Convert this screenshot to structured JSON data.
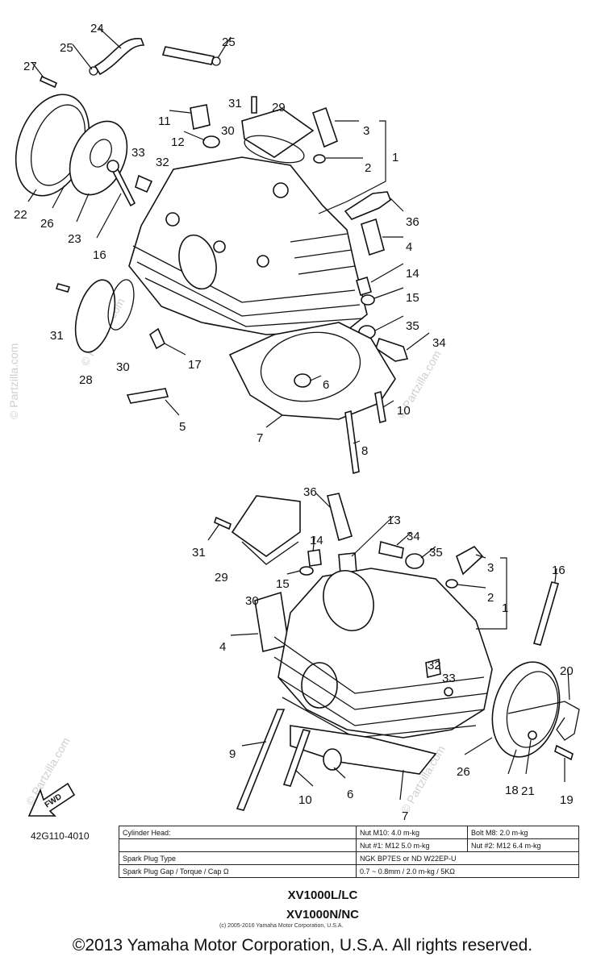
{
  "diagram_code": "42G110-4010",
  "fwd_label": "FWD",
  "watermark": "© Partzilla.com",
  "models": {
    "line1": "XV1000L/LC",
    "line2": "XV1000N/NC"
  },
  "small_copyright": "(c) 2005-2016 Yamaha Motor Corporation, U.S.A.",
  "copyright": "©2013 Yamaha Motor Corporation, U.S.A. All rights reserved.",
  "spec_table": {
    "rows": [
      {
        "label": "Cylinder Head:",
        "col2": "Nut M10: 4.0 m-kg",
        "col3": "Bolt M8: 2.0 m-kg"
      },
      {
        "label": "",
        "col2": "Nut #1: M12  5.0 m-kg",
        "col3": "Nut #2: M12  6.4 m-kg"
      },
      {
        "label": "Spark Plug Type",
        "col2": "NGK BP7ES or ND W22EP-U",
        "col3": ""
      },
      {
        "label": "Spark Plug Gap / Torque / Cap Ω",
        "col2": "0.7 ~ 0.8mm / 2.0 m-kg / 5KΩ",
        "col3": ""
      }
    ]
  },
  "callouts": {
    "upper": [
      "24",
      "25",
      "25",
      "27",
      "31",
      "29",
      "11",
      "30",
      "3",
      "12",
      "2",
      "1",
      "33",
      "32",
      "22",
      "26",
      "23",
      "16",
      "36",
      "4",
      "14",
      "15",
      "31",
      "35",
      "34",
      "28",
      "30",
      "17",
      "6",
      "10",
      "5",
      "7",
      "8"
    ],
    "lower": [
      "36",
      "13",
      "31",
      "14",
      "34",
      "35",
      "3",
      "29",
      "30",
      "15",
      "2",
      "1",
      "16",
      "4",
      "32",
      "33",
      "20",
      "9",
      "6",
      "10",
      "26",
      "18",
      "21",
      "19",
      "7"
    ]
  }
}
